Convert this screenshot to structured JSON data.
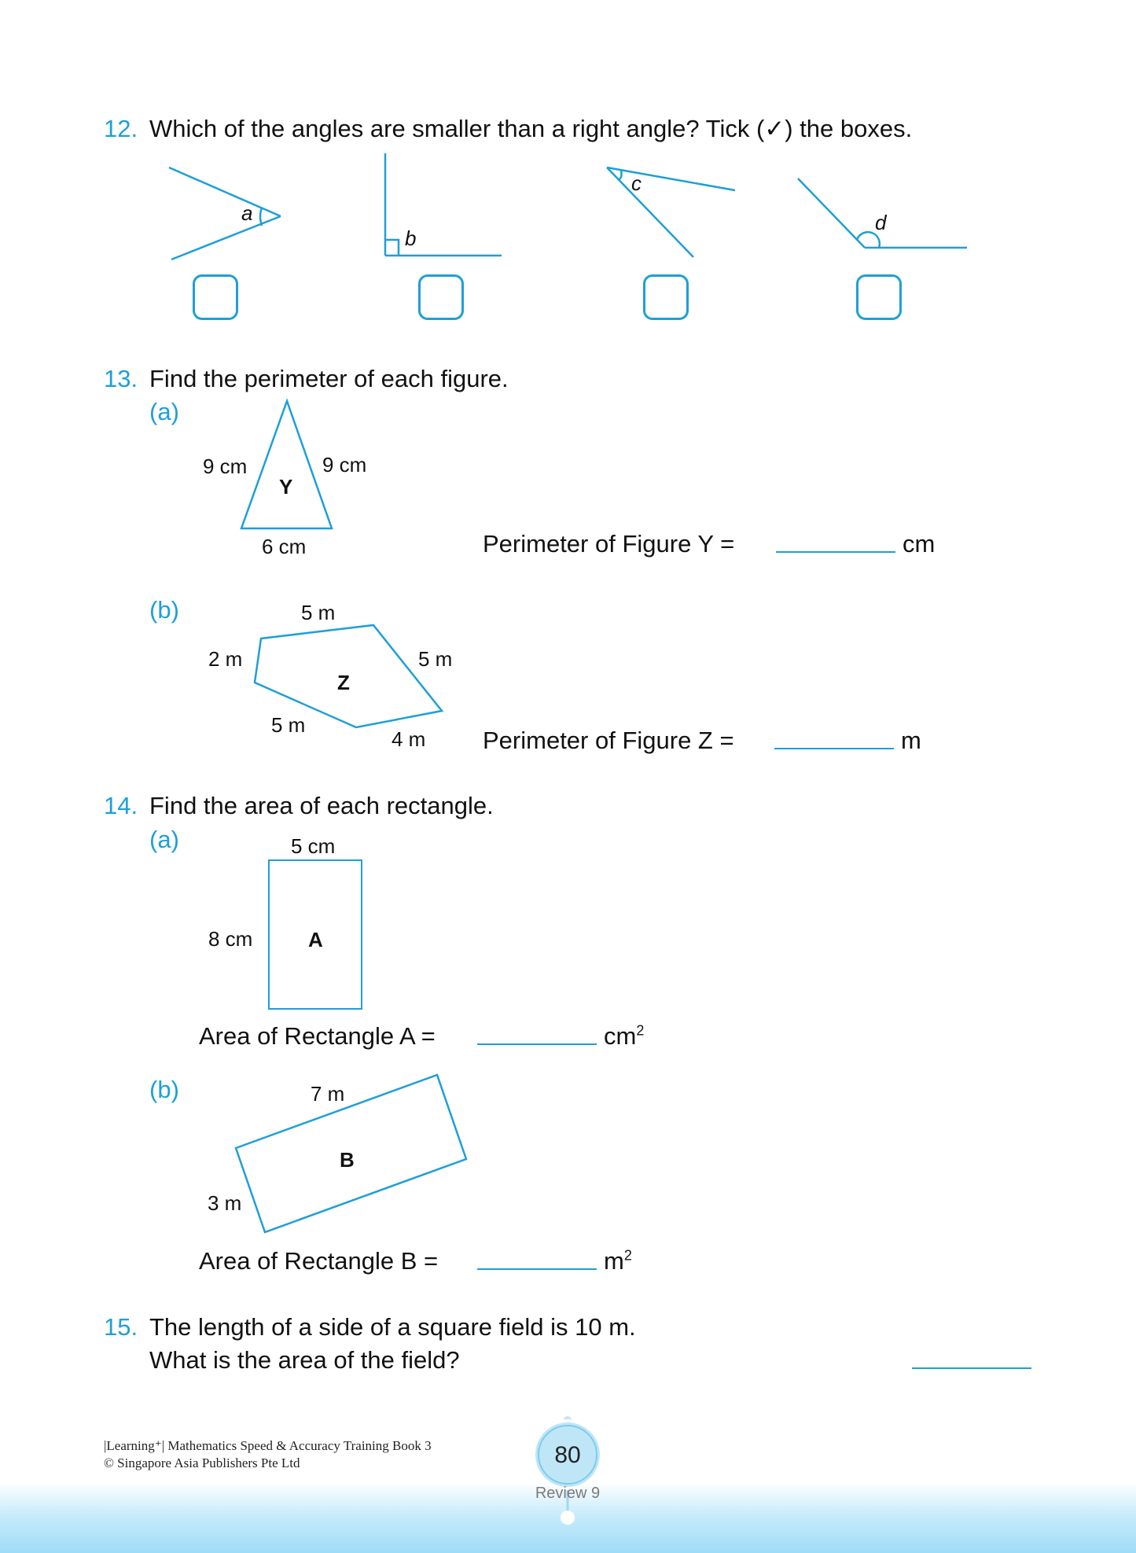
{
  "q12": {
    "number": "12.",
    "text": "Which of the angles are smaller than a right angle? Tick (✓) the boxes.",
    "angles": [
      {
        "label": "a"
      },
      {
        "label": "b"
      },
      {
        "label": "c"
      },
      {
        "label": "d"
      }
    ]
  },
  "q13": {
    "number": "13.",
    "text": "Find the perimeter of each figure.",
    "a": {
      "part": "(a)",
      "figure": "Y",
      "side_left": "9 cm",
      "side_right": "9 cm",
      "base": "6 cm",
      "answer_label": "Perimeter of Figure Y =",
      "unit": "cm"
    },
    "b": {
      "part": "(b)",
      "figure": "Z",
      "top": "5 m",
      "left": "2 m",
      "right": "5 m",
      "bottom_left": "5 m",
      "bottom_right": "4 m",
      "answer_label": "Perimeter of Figure Z =",
      "unit": "m"
    }
  },
  "q14": {
    "number": "14.",
    "text": "Find the area of each rectangle.",
    "a": {
      "part": "(a)",
      "figure": "A",
      "width": "5 cm",
      "height": "8 cm",
      "answer_label": "Area of Rectangle A =",
      "unit": "cm",
      "unit_sup": "2"
    },
    "b": {
      "part": "(b)",
      "figure": "B",
      "length": "7 m",
      "width": "3 m",
      "answer_label": "Area of Rectangle B =",
      "unit": "m",
      "unit_sup": "2"
    }
  },
  "q15": {
    "number": "15.",
    "line1": "The length of a side of a square field is 10 m.",
    "line2": "What is the area of the field?"
  },
  "footer": {
    "book_line": "|Learning⁺| Mathematics Speed & Accuracy Training Book 3",
    "copyright": "© Singapore Asia Publishers Pte Ltd",
    "page_number": "80",
    "section": "Review 9"
  },
  "colors": {
    "accent": "#1e9fd6",
    "text": "#111111"
  }
}
